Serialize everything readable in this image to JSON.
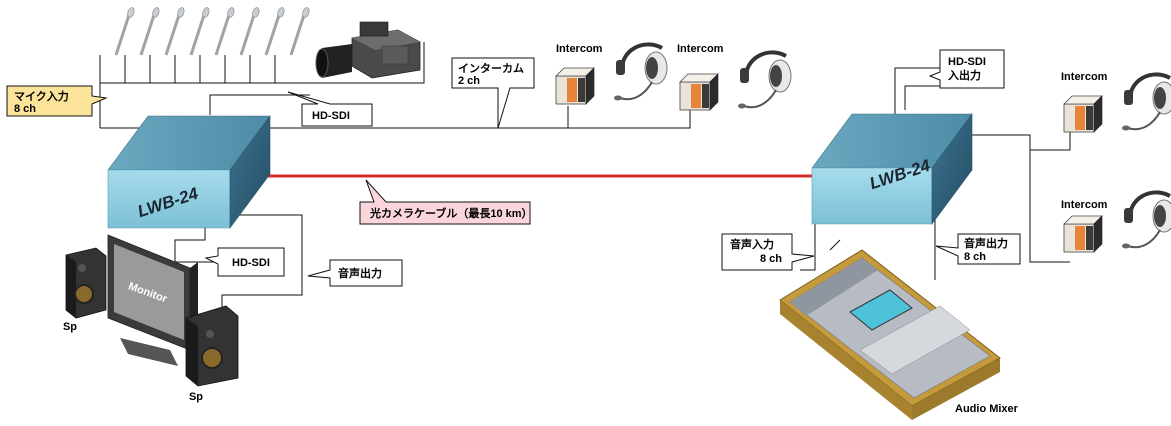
{
  "labels": {
    "mic_input": [
      "マイク入力",
      "8 ch"
    ],
    "intercom_2ch": [
      "インターカム",
      "2 ch"
    ],
    "hdsdi_top": "HD-SDI",
    "hdsdi_io": [
      "HD-SDI",
      "入出力"
    ],
    "hdsdi_monitor": "HD-SDI",
    "audio_out_left": "音声出力",
    "audio_in_right": [
      "音声入力",
      "8 ch"
    ],
    "audio_out_right": [
      "音声出力",
      "8 ch"
    ],
    "fiber_cable": "光カメラケーブル（最長10 km）"
  },
  "devices": {
    "lwb_left": "LWB-24",
    "lwb_right": "LWB-24",
    "intercom": "Intercom",
    "monitor": "Monitor",
    "speaker": "Sp",
    "audio_mixer": "Audio Mixer"
  },
  "colors": {
    "fiber": "#d42a2a",
    "box_front": "#8fd0e2",
    "box_top": "#5f9cb4",
    "box_side": "#2f5f79",
    "callout_yellow": "#fbe49a",
    "callout_pink": "#fad6dc",
    "mixer_wood": "#c49a3a"
  },
  "icons": [
    "microphone-icon",
    "video-camera-icon",
    "intercom-icon",
    "headset-icon",
    "monitor-icon",
    "speaker-icon",
    "audio-mixer-icon"
  ]
}
